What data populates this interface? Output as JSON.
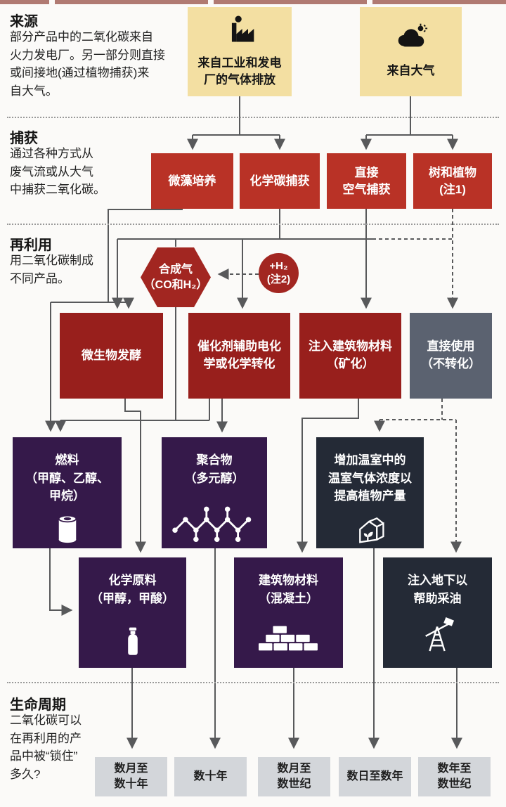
{
  "title": "二氧化碳来源、捕获、再利用与生命周期流程图",
  "colors": {
    "source_yellow": "#f3dfa2",
    "capture_red": "#b93226",
    "reuse_darkred": "#981f1c",
    "direct_use_gray": "#5b6270",
    "product_purple": "#35194a",
    "product_navy": "#242a36",
    "lifetime_gray": "#d3d6da",
    "line_gray": "#58595b"
  },
  "sections": {
    "source": {
      "heading": "来源",
      "body": "部分产品中的二氧化碳来自\n火力发电厂。另一部分则直接\n或间接地(通过植物捕获)来\n自大气。"
    },
    "capture": {
      "heading": "捕获",
      "body": "通过各种方式从\n废气流或从大气\n中捕获二氧化碳。"
    },
    "reuse": {
      "heading": "再利用",
      "body": "用二氧化碳制成\n不同产品。"
    },
    "lifetime": {
      "heading": "生命周期",
      "body": "二氧化碳可以\n在再利用的产\n品中被“锁住”\n多久?"
    }
  },
  "nodes": {
    "s1": {
      "label": "来自工业和发电\n厂的气体排放",
      "icon": "factory-icon"
    },
    "s2": {
      "label": "来自大气",
      "icon": "cloud-sun-icon"
    },
    "b1": {
      "label": "微藻培养"
    },
    "b2": {
      "label": "化学碳捕获"
    },
    "b3": {
      "label": "直接\n空气捕获"
    },
    "b4": {
      "label": "树和植物\n(注1)"
    },
    "syngas": {
      "label": "合成气\n（CO和H₂）"
    },
    "h2": {
      "label": "+H₂\n(注2)"
    },
    "r1": {
      "label": "微生物发酵"
    },
    "r2": {
      "label": "催化剂辅助电化\n学或化学转化"
    },
    "r3": {
      "label": "注入建筑物材料\n（矿化）"
    },
    "r4": {
      "label": "直接使用\n（不转化）"
    },
    "p1": {
      "label": "燃料\n（甲醇、乙醇、\n甲烷）",
      "icon": "barrel-icon"
    },
    "p2": {
      "label": "聚合物\n（多元醇）",
      "icon": "polymer-chain-icon"
    },
    "g1": {
      "label": "增加温室中的\n温室气体浓度以\n提高植物产量",
      "icon": "greenhouse-icon"
    },
    "p3": {
      "label": "化学原料\n（甲醇，甲酸）",
      "icon": "bottle-icon"
    },
    "p4": {
      "label": "建筑物材料\n（混凝土）",
      "icon": "bricks-icon"
    },
    "g2": {
      "label": "注入地下以\n帮助采油",
      "icon": "oil-derrick-icon"
    },
    "l1": {
      "label": "数月至\n数十年"
    },
    "l2": {
      "label": "数十年"
    },
    "l3": {
      "label": "数月至\n数世纪"
    },
    "l4": {
      "label": "数日至数年"
    },
    "l5": {
      "label": "数年至\n数世纪"
    }
  }
}
